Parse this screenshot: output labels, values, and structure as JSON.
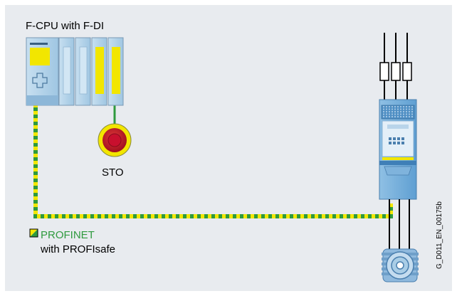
{
  "labels": {
    "cpu_title": "F-CPU with F-DI",
    "estop": "STO",
    "network": "PROFINET",
    "network_sub": "with PROFIsafe",
    "doc_id": "G_D011_EN_00175b"
  },
  "colors": {
    "background": "#e8ebef",
    "profinet_green": "#2e9a3e",
    "safety_yellow": "#f2e600",
    "module_blue": "#a9cde6",
    "estop_red": "#c8102e"
  },
  "icons": {
    "cpu": "f-cpu-icon",
    "di_modules": "f-di-module-icon",
    "estop": "emergency-stop-icon",
    "drive": "frequency-converter-icon",
    "motor": "motor-icon",
    "fuses": "fuse-icon",
    "legend": "profinet-legend-icon"
  }
}
